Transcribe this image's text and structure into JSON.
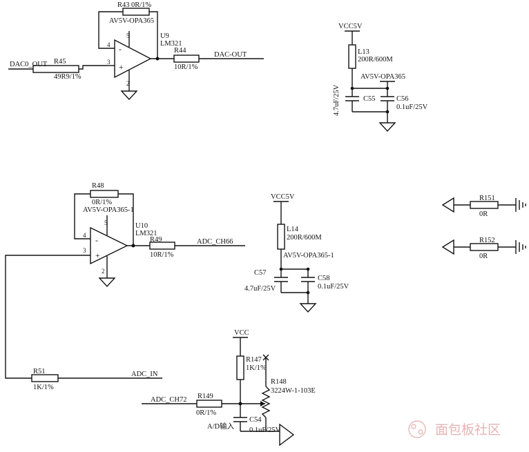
{
  "circuit_1": {
    "r43": {
      "ref": "R43",
      "value": "0R/1%"
    },
    "supply": "AV5V-OPA365",
    "opamp": {
      "ref": "U9",
      "part": "LM321",
      "pin_inv": "4",
      "pin_noninv": "3",
      "pin_vcc": "5",
      "pin_gnd": "2",
      "minus": "-",
      "plus": "+"
    },
    "r44": {
      "ref": "R44",
      "value": "10R/1%"
    },
    "r45": {
      "ref": "R45",
      "value": "49R9/1%"
    },
    "input_net": "DAC0_OUT",
    "output_net": "DAC-OUT"
  },
  "supply_1": {
    "vcc": "VCC5V",
    "l13": {
      "ref": "L13",
      "value": "200R/600M"
    },
    "rail": "AV5V-OPA365",
    "c55": {
      "ref": "C55",
      "value": "4.7uF/25V"
    },
    "c56": {
      "ref": "C56",
      "value": "0.1uF/25V"
    }
  },
  "circuit_2": {
    "r48": {
      "ref": "R48",
      "value": "0R/1%"
    },
    "supply": "AV5V-OPA365-1",
    "opamp": {
      "ref": "U10",
      "part": "LM321",
      "pin_inv": "4",
      "pin_noninv": "3",
      "pin_vcc": "5",
      "pin_gnd": "2",
      "minus": "-",
      "plus": "+"
    },
    "r49": {
      "ref": "R49",
      "value": "10R/1%"
    },
    "output_net": "ADC_CH66",
    "r51": {
      "ref": "R51",
      "value": "1K/1%"
    },
    "input_net": "ADC_IN"
  },
  "supply_2": {
    "vcc": "VCC5V",
    "l14": {
      "ref": "L14",
      "value": "200R/600M"
    },
    "rail": "AV5V-OPA365-1",
    "c57": {
      "ref": "C57",
      "value": "4.7uF/25V"
    },
    "c58": {
      "ref": "C58",
      "value": "0.1uF/25V"
    }
  },
  "circuit_3": {
    "vcc": "VCC",
    "r147": {
      "ref": "R147",
      "value": "1K/1%"
    },
    "r148": {
      "ref": "R148",
      "value": "3224W-1-103E"
    },
    "net_in": "ADC_CH72",
    "r149": {
      "ref": "R149",
      "value": "0R/1%"
    },
    "c54": {
      "ref": "C54",
      "value": "0.1uF/25V"
    },
    "ad_label": "A/D输入"
  },
  "gnd_links": {
    "r151": {
      "ref": "R151",
      "value": "0R"
    },
    "r152": {
      "ref": "R152",
      "value": "0R"
    }
  },
  "watermark": "面包板社区"
}
